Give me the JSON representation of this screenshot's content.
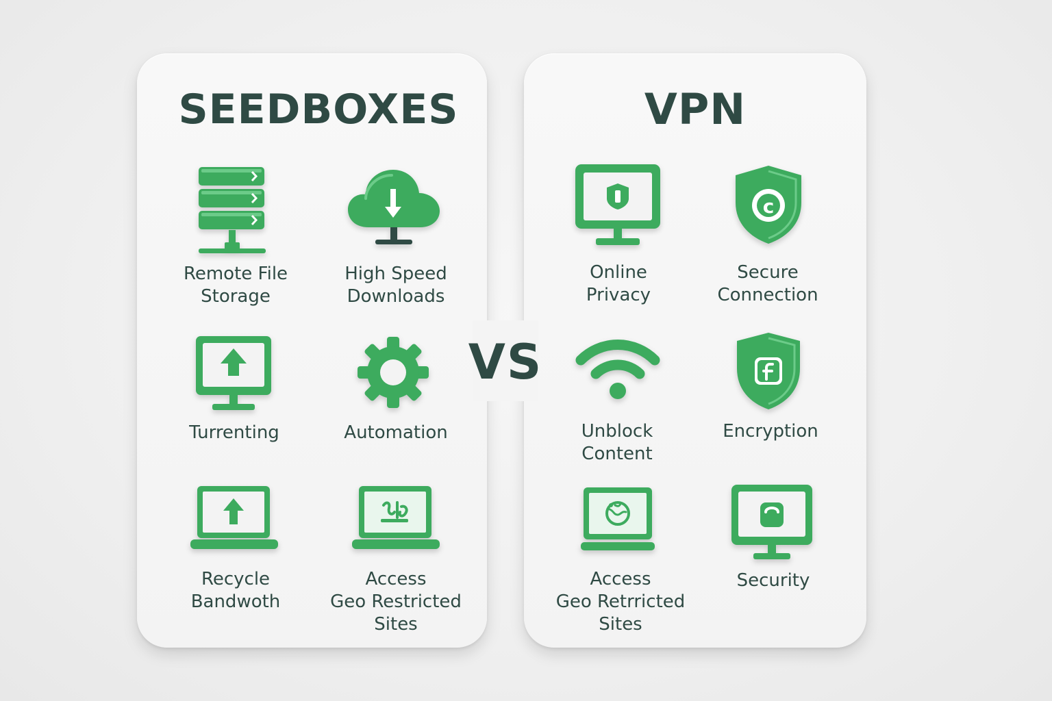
{
  "colors": {
    "accent_green": "#3dab5e",
    "dark_green": "#2a8a47",
    "text_dark": "#2f4a44",
    "panel_bg": "#f5f5f5"
  },
  "left_panel": {
    "title": "SEEDBOXES",
    "items": [
      {
        "icon": "server-rack-icon",
        "label_lines": [
          "Remote File",
          "Storage"
        ]
      },
      {
        "icon": "cloud-download-icon",
        "label_lines": [
          "High Speed",
          "Downloads"
        ]
      },
      {
        "icon": "monitor-upload-icon",
        "label_lines": [
          "Turrenting"
        ]
      },
      {
        "icon": "gear-icon",
        "label_lines": [
          "Automation"
        ]
      },
      {
        "icon": "laptop-upload-icon",
        "label_lines": [
          "Recycle",
          "Bandwoth"
        ]
      },
      {
        "icon": "laptop-glyph-icon",
        "label_lines": [
          "Access",
          "Geo Restricted",
          "Sites"
        ]
      }
    ]
  },
  "vs_label": "VS",
  "right_panel": {
    "title": "VPN",
    "items": [
      {
        "icon": "monitor-shield-icon",
        "label_lines": [
          "Online",
          "Privacy"
        ]
      },
      {
        "icon": "shield-c-icon",
        "label_lines": [
          "Secure",
          "Connection"
        ]
      },
      {
        "icon": "wifi-icon",
        "label_lines": [
          "Unblock",
          "Content"
        ]
      },
      {
        "icon": "shield-f-icon",
        "label_lines": [
          "Encryption"
        ]
      },
      {
        "icon": "laptop-globe-icon",
        "label_lines": [
          "Access",
          "Geo Retrricted",
          "Sites"
        ]
      },
      {
        "icon": "monitor-lock-icon",
        "label_lines": [
          "Security"
        ]
      }
    ]
  }
}
